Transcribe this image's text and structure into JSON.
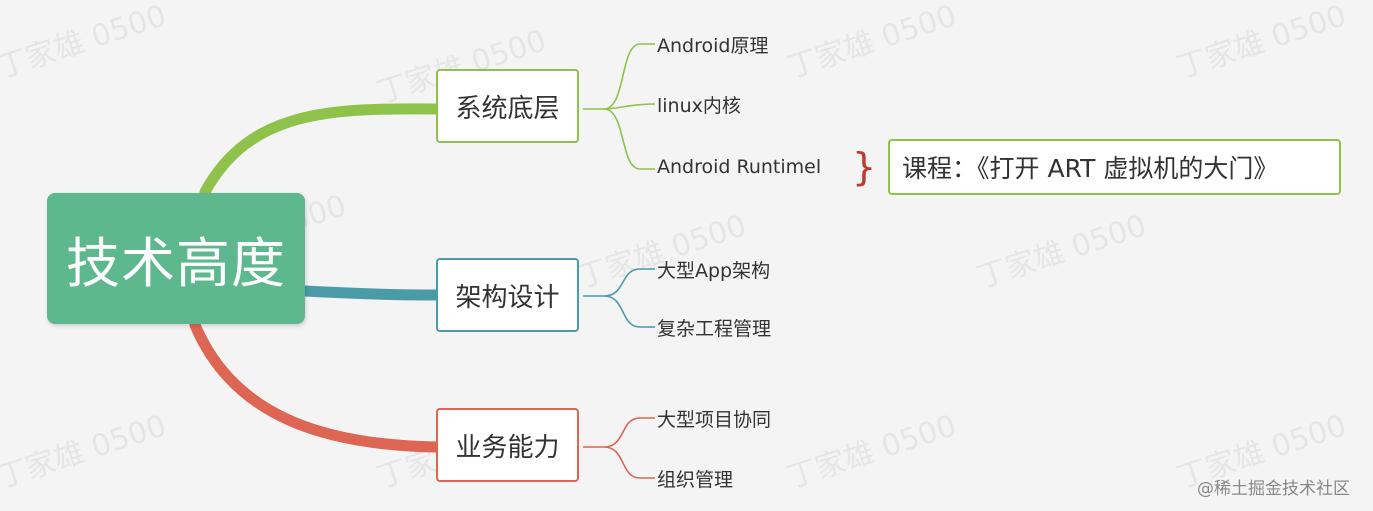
{
  "watermark": {
    "text": "丁家雄 0500"
  },
  "colors": {
    "background": "#f4f4f4",
    "root_fill": "#5db88e",
    "branch_green": "#8fc24b",
    "branch_teal": "#4a9aa8",
    "branch_red": "#dd6553",
    "brace_red": "#c0392b"
  },
  "root": {
    "label": "技术高度"
  },
  "branches": [
    {
      "label": "系统底层",
      "color": "#8fc24b",
      "leaves": [
        "Android原理",
        "linux内核",
        "Android Runtimel"
      ]
    },
    {
      "label": "架构设计",
      "color": "#4a9aa8",
      "leaves": [
        "大型App架构",
        "复杂工程管理"
      ]
    },
    {
      "label": "业务能力",
      "color": "#dd6553",
      "leaves": [
        "大型项目协同",
        "组织管理"
      ]
    }
  ],
  "note": {
    "label": "课程：《打开 ART 虚拟机的大门》",
    "brace_symbol": "}"
  },
  "credit": {
    "text": "@稀土掘金技术社区"
  }
}
